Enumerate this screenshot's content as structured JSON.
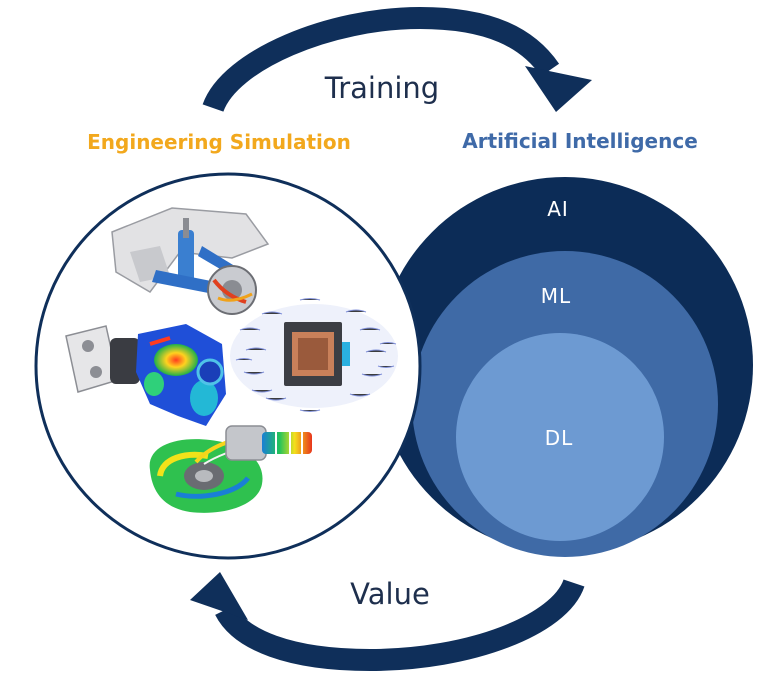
{
  "cycle": {
    "top_label": "Training",
    "bottom_label": "Value"
  },
  "left": {
    "heading": "Engineering Simulation",
    "heading_color": "#f2a81d",
    "images": [
      "suspension-simulation",
      "gearbox-stress-simulation",
      "magnetic-field-simulation",
      "turbocharger-flow-simulation"
    ]
  },
  "right": {
    "heading": "Artificial Intelligence",
    "heading_color": "#3f6aa8",
    "rings": [
      {
        "label": "AI",
        "color": "#0c2c57"
      },
      {
        "label": "ML",
        "color": "#3f6aa6"
      },
      {
        "label": "DL",
        "color": "#6d9ad2"
      }
    ]
  },
  "colors": {
    "arrow": "#0f2f5a",
    "circle_border": "#0f2f5a"
  }
}
